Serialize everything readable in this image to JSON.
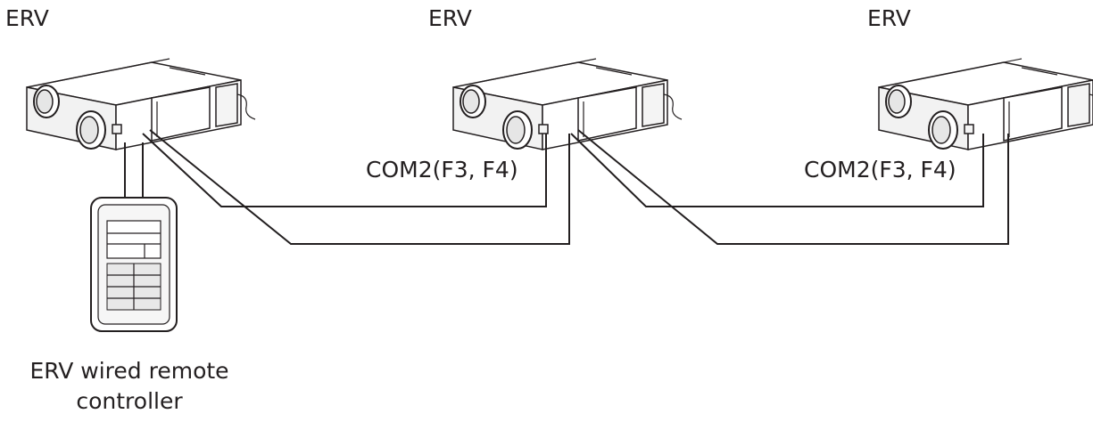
{
  "labels": {
    "erv_1": "ERV",
    "erv_2": "ERV",
    "erv_3": "ERV",
    "com_1": "COM2(F3, F4)",
    "com_2": "COM2(F3, F4)",
    "controller": "ERV wired remote controller"
  },
  "colors": {
    "line": "#231f20",
    "background": "#ffffff"
  }
}
